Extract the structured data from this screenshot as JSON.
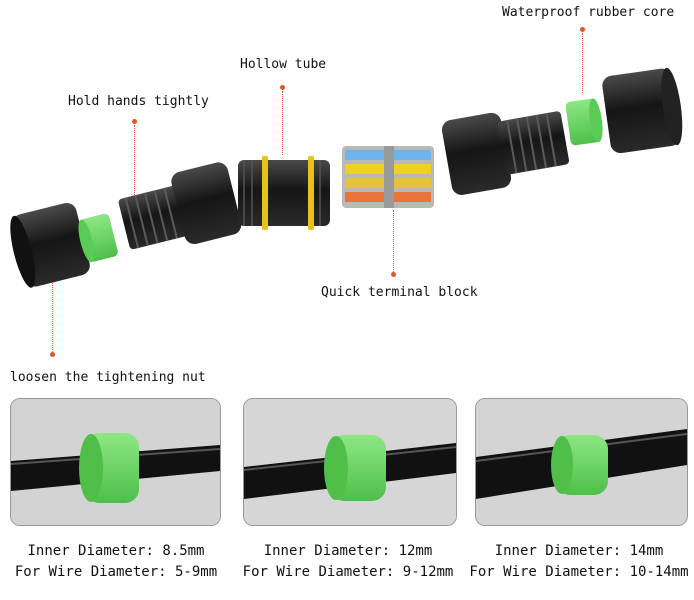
{
  "callouts": {
    "waterproof_core": "Waterproof rubber core",
    "hollow_tube": "Hollow tube",
    "hold_hands": "Hold hands tightly",
    "terminal_block": "Quick terminal block",
    "loosen_nut": "loosen the tightening nut"
  },
  "panels": [
    {
      "inner": "Inner Diameter: 8.5mm",
      "wire": "For Wire Diameter: 5-9mm"
    },
    {
      "inner": "Inner Diameter: 12mm",
      "wire": "For Wire Diameter: 9-12mm"
    },
    {
      "inner": "Inner Diameter: 14mm",
      "wire": "For Wire Diameter: 10-14mm"
    }
  ],
  "colors": {
    "accent_line": "#e0552a",
    "rubber_green": "#6fd66a",
    "body_black": "#1a1a1a",
    "ring_yellow": "#e8c21a"
  }
}
